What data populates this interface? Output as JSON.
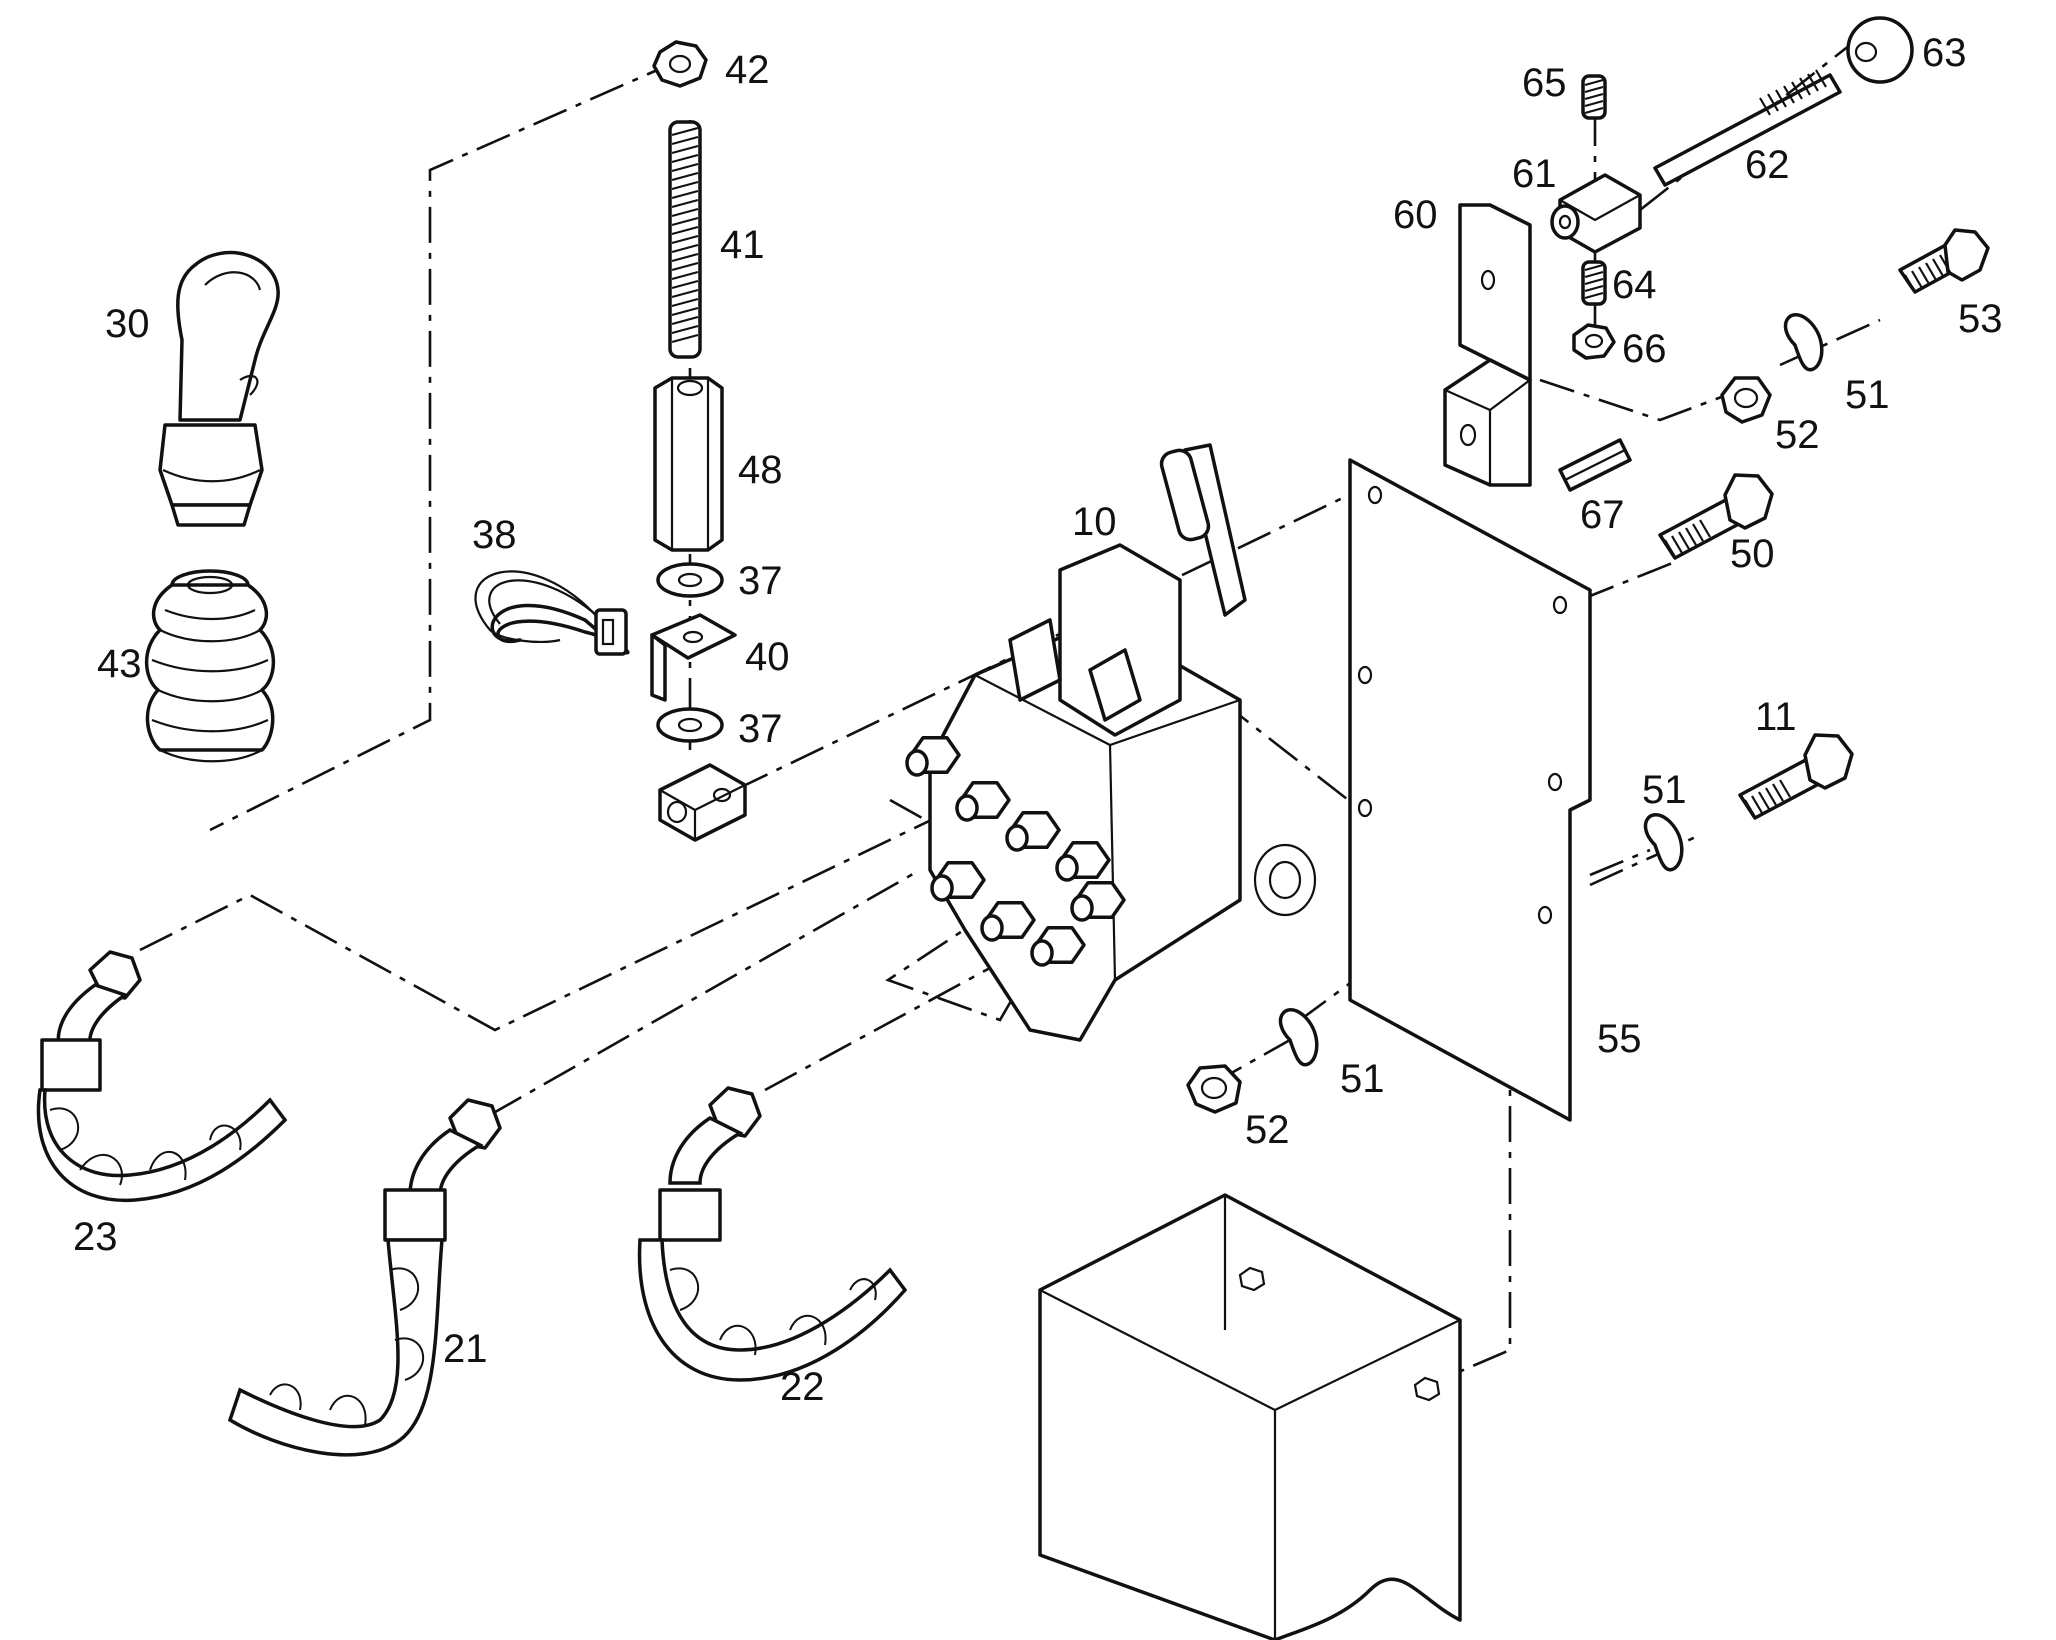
{
  "parts": {
    "p10": "10",
    "p11": "11",
    "p21": "21",
    "p22": "22",
    "p23": "23",
    "p30": "30",
    "p37a": "37",
    "p37b": "37",
    "p38": "38",
    "p40": "40",
    "p41": "41",
    "p42": "42",
    "p43": "43",
    "p48": "48",
    "p50": "50",
    "p51a": "51",
    "p51b": "51",
    "p51c": "51",
    "p52a": "52",
    "p52b": "52",
    "p53": "53",
    "p55": "55",
    "p60": "60",
    "p61": "61",
    "p62": "62",
    "p63": "63",
    "p64": "64",
    "p65": "65",
    "p66": "66",
    "p67": "67"
  }
}
